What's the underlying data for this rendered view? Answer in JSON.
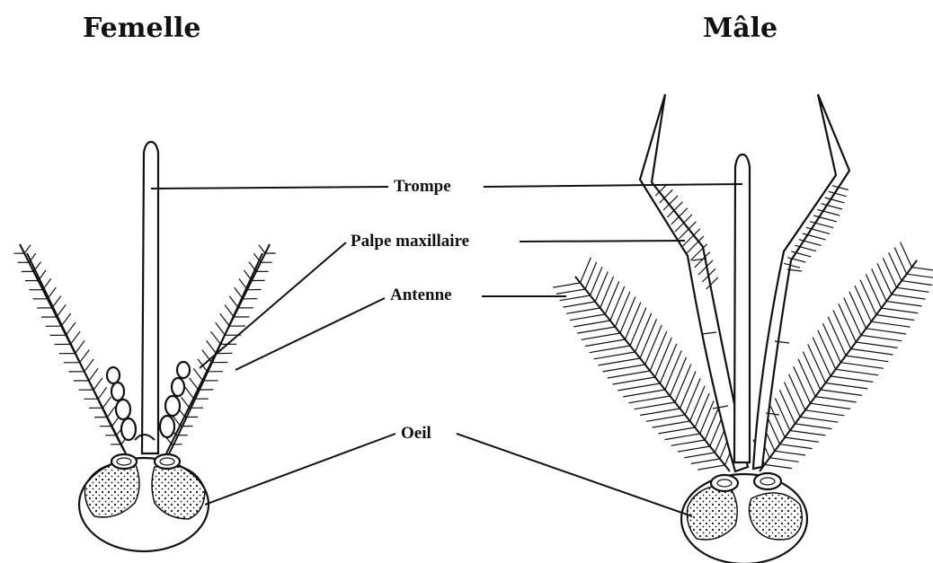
{
  "titles": {
    "female": "Femelle",
    "male": "Mâle"
  },
  "labels": {
    "trompe": "Trompe",
    "palpe": "Palpe maxillaire",
    "antenne": "Antenne",
    "oeil": "Oeil"
  },
  "colors": {
    "ink": "#111111",
    "background": "#ffffff"
  }
}
